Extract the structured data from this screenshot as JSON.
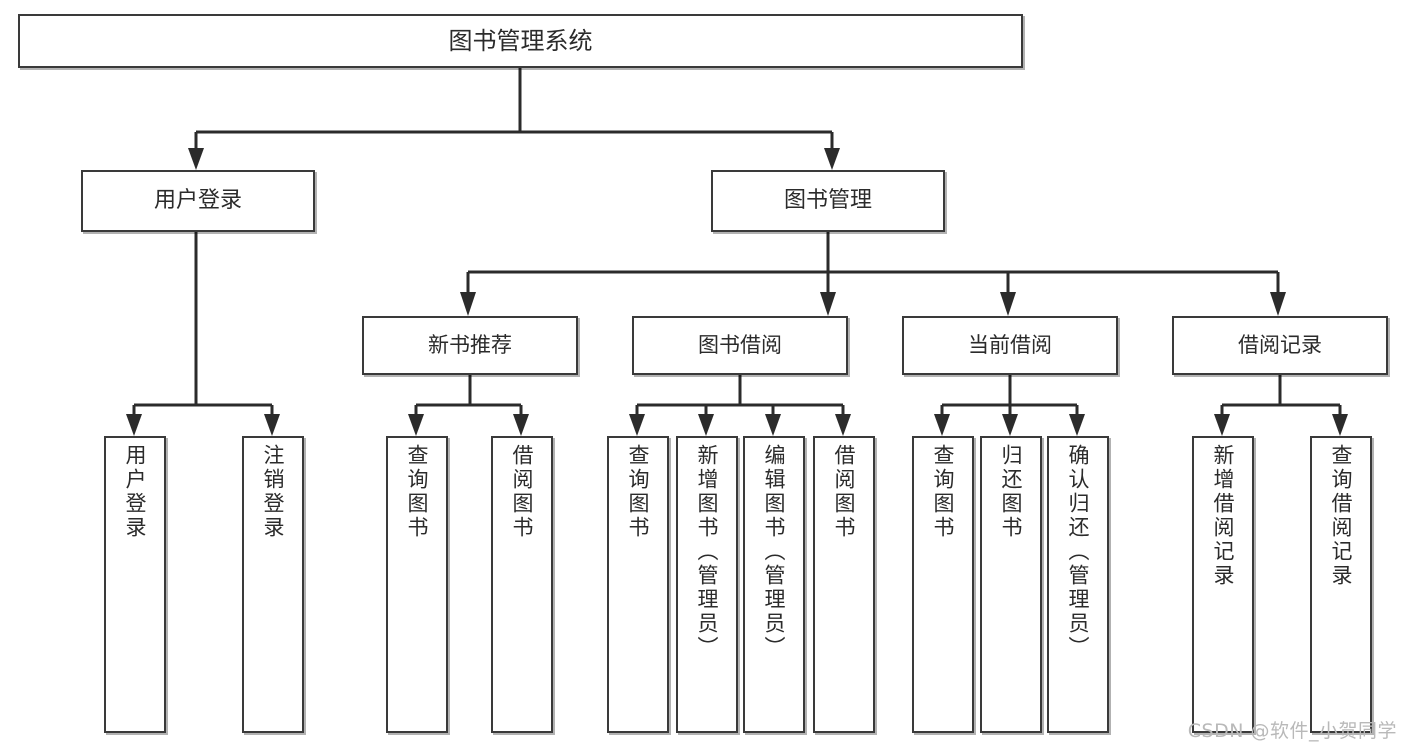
{
  "diagram": {
    "title": "图书管理系统",
    "type": "functional-structure-tree",
    "colors": {
      "box_border": "#3a3a3a",
      "box_fill": "#ffffff",
      "connector": "#2b2b2b",
      "text": "#2b2b2b",
      "watermark": "#b9b9b9",
      "background": "#ffffff"
    },
    "root": {
      "label": "图书管理系统"
    },
    "level1": [
      {
        "label": "用户登录"
      },
      {
        "label": "图书管理"
      }
    ],
    "level2": [
      {
        "label": "新书推荐"
      },
      {
        "label": "图书借阅"
      },
      {
        "label": "当前借阅"
      },
      {
        "label": "借阅记录"
      }
    ],
    "leaves": [
      {
        "label": "用户登录",
        "parent": "用户登录"
      },
      {
        "label": "注销登录",
        "parent": "用户登录"
      },
      {
        "label": "查询图书",
        "parent": "新书推荐"
      },
      {
        "label": "借阅图书",
        "parent": "新书推荐"
      },
      {
        "label": "查询图书",
        "parent": "图书借阅"
      },
      {
        "label": "新增图书（管理员）",
        "parent": "图书借阅"
      },
      {
        "label": "编辑图书（管理员）",
        "parent": "图书借阅"
      },
      {
        "label": "借阅图书",
        "parent": "图书借阅"
      },
      {
        "label": "查询图书",
        "parent": "当前借阅"
      },
      {
        "label": "归还图书",
        "parent": "当前借阅"
      },
      {
        "label": "确认归还（管理员）",
        "parent": "当前借阅"
      },
      {
        "label": "新增借阅记录",
        "parent": "借阅记录"
      },
      {
        "label": "查询借阅记录",
        "parent": "借阅记录"
      }
    ]
  },
  "watermark": {
    "text": "CSDN @软件_小贺同学"
  }
}
